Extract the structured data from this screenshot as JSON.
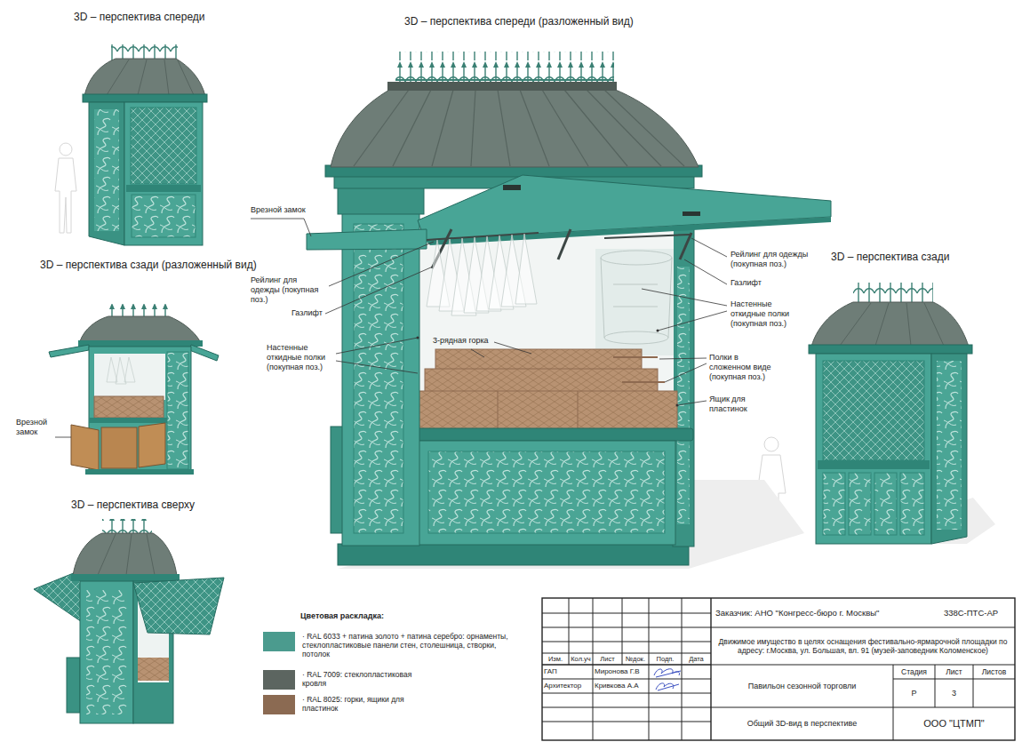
{
  "diagram": {
    "labels": [
      "3D – перспектива спереди",
      "3D – перспектива спереди (разложенный вид)",
      "Врезной замок",
      "Рейлинг для одежды (покупная поз.)",
      "Газлифт",
      "Настенные откидные полки (покупная поз.)",
      "3-рядная горка",
      "Рейлинг для одежды (покупная поз.)",
      "Газлифт",
      "Настенные откидные полки (покупная поз.)",
      "Полки в сложенном виде (покупная поз.)",
      "Ящик для пластинок",
      "3D – перспектива сзади (разложенный вид)",
      "Врезной замок",
      "3D – перспектива сзади",
      "3D – перспектива сверху",
      "Цветовая раскладка:",
      "Изм.",
      "Кол.уч",
      "Лист",
      "№док.",
      "Подп.",
      "Дата",
      "ГАП",
      "Миронова Г.В",
      "Архитектор",
      "Кривкова А.А",
      "Заказчик: АНО \"Конгресс-бюро г. Москвы\"",
      "338С-ПТС-АР",
      "Движимое имущество в целях оснащения фестивально-ярмарочной площадки по адресу: г.Москва, ул. Большая, вл. 91 (музей-заповедник Коломенское)",
      "Павильон сезонной торговли",
      "Стадия",
      "Лист",
      "Листов",
      "Р",
      "3",
      "Общий 3D-вид в перспективе",
      "ООО \"ЦТМП\""
    ],
    "legend": [
      {
        "text": "· RAL 6033 + патина золото + патина серебро: орнаменты, стеклопластиковые панели стен, столешница, створки, потолок",
        "color": "#4b9b8e"
      },
      {
        "text": "· RAL 7009: стеклопластиковая кровля",
        "color": "#5c6560"
      },
      {
        "text": "· RAL 8025: горки, ящики для пластинок",
        "color": "#8b6a52"
      }
    ]
  }
}
